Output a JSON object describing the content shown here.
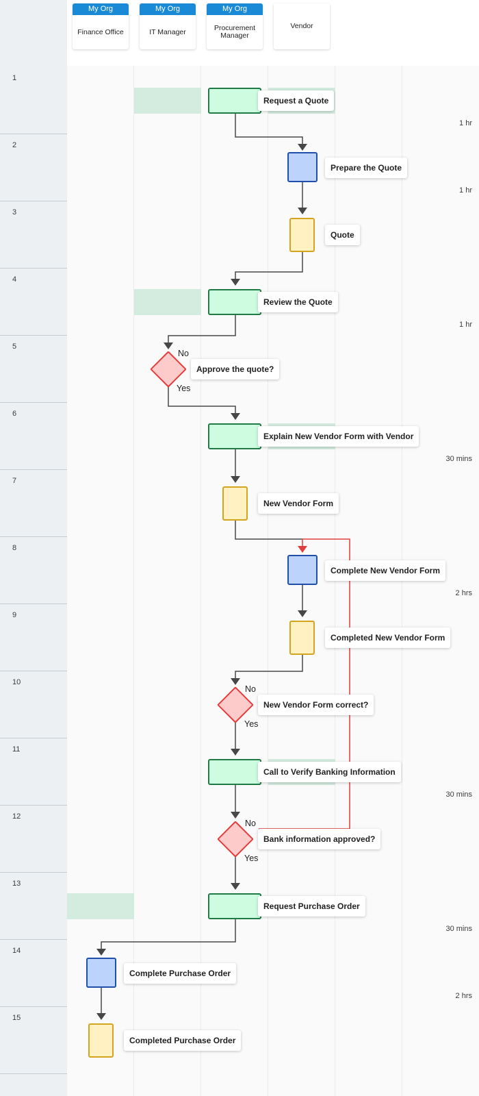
{
  "lanes": [
    {
      "org": "My Org",
      "name": "Finance Office"
    },
    {
      "org": "My Org",
      "name": "IT Manager"
    },
    {
      "org": "My Org",
      "name": "Procurement Manager"
    },
    {
      "org": "",
      "name": "Vendor"
    }
  ],
  "steps": [
    {
      "num": "1",
      "duration": "1 hr",
      "label": "Request a Quote"
    },
    {
      "num": "2",
      "duration": "1 hr",
      "label": "Prepare the Quote"
    },
    {
      "num": "3",
      "duration": "",
      "label": "Quote"
    },
    {
      "num": "4",
      "duration": "1 hr",
      "label": "Review the Quote"
    },
    {
      "num": "5",
      "duration": "",
      "label": "Approve the quote?"
    },
    {
      "num": "6",
      "duration": "30 mins",
      "label": "Explain New Vendor Form with Vendor"
    },
    {
      "num": "7",
      "duration": "",
      "label": "New Vendor Form"
    },
    {
      "num": "8",
      "duration": "2 hrs",
      "label": "Complete New Vendor Form"
    },
    {
      "num": "9",
      "duration": "",
      "label": "Completed New Vendor Form"
    },
    {
      "num": "10",
      "duration": "",
      "label": "New Vendor Form correct?"
    },
    {
      "num": "11",
      "duration": "30 mins",
      "label": "Call to Verify Banking Information"
    },
    {
      "num": "12",
      "duration": "",
      "label": "Bank information approved?"
    },
    {
      "num": "13",
      "duration": "30 mins",
      "label": "Request Purchase Order"
    },
    {
      "num": "14",
      "duration": "2 hrs",
      "label": "Complete Purchase Order"
    },
    {
      "num": "15",
      "duration": "",
      "label": "Completed Purchase Order"
    }
  ],
  "branches": {
    "no": "No",
    "yes": "Yes"
  },
  "colors": {
    "org_header": "#1a8ad6",
    "activity_green": "#cdfce0",
    "activity_blue": "#bcd4fb",
    "document": "#fff1c2",
    "decision": "#fecbcb",
    "connector": "#474747",
    "loop_back": "#e23d3d"
  }
}
